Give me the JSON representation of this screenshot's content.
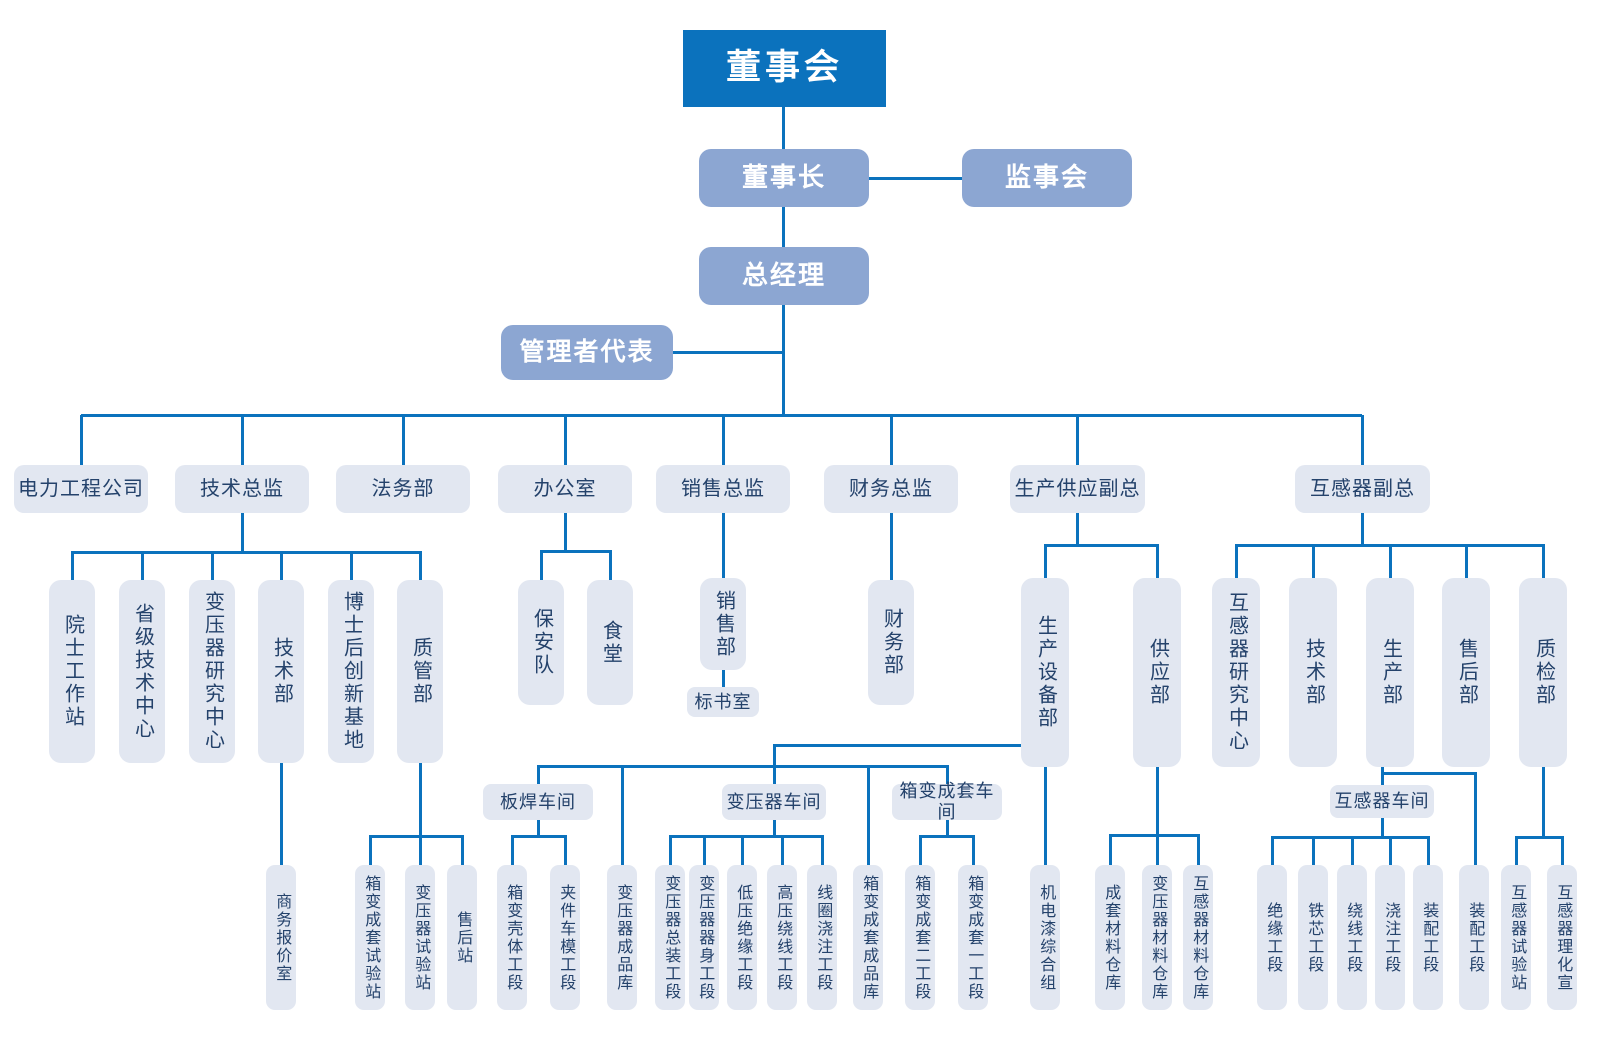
{
  "colors": {
    "primary_blue": "#0b72bd",
    "secondary_blue": "#8ca6d2",
    "node_bg": "#e2e7f1",
    "node_text": "#24426b",
    "line": "#0b72bd"
  },
  "nodes": {
    "board": "董事会",
    "chairman": "董事长",
    "supervisory": "监事会",
    "gm": "总经理",
    "mgmt_rep": "管理者代表",
    "dept_elec_eng": "电力工程公司",
    "dept_tech_director": "技术总监",
    "dept_legal": "法务部",
    "dept_office": "办公室",
    "dept_sales_director": "销售总监",
    "dept_finance_director": "财务总监",
    "dept_prod_supply_vp": "生产供应副总",
    "dept_it_vp": "互感器副总",
    "academician_station": "院士工作站",
    "provincial_tech_center": "省级技术中心",
    "transformer_research_center": "变压器研究中心",
    "tech_dept": "技术部",
    "postdoc_base": "博士后创新基地",
    "quality_mgmt_dept": "质管部",
    "security_team": "保安队",
    "canteen": "食堂",
    "sales_dept": "销售部",
    "tender_office": "标书室",
    "finance_dept": "财务部",
    "prod_equipment_dept": "生产设备部",
    "supply_dept": "供应部",
    "it_research_center": "互感器研究中心",
    "it_tech_dept": "技术部",
    "it_production_dept": "生产部",
    "it_aftersales_dept": "售后部",
    "it_quality_dept": "质检部",
    "workshop_plate_welding": "板焊车间",
    "workshop_transformer": "变压器车间",
    "workshop_box_assembly": "箱变成套车间",
    "workshop_it": "互感器车间",
    "business_quote_office": "商务报价室",
    "box_test_station": "箱变成套试验站",
    "transformer_test_station": "变压器试验站",
    "aftersales_station": "售后站",
    "box_shell_section": "箱变壳体工段",
    "clamp_mold_section": "夹件车模工段",
    "transformer_warehouse": "变压器成品库",
    "transformer_assembly_section": "变压器总装工段",
    "transformer_body_section": "变压器器身工段",
    "lv_insulation_section": "低压绝缘工段",
    "hv_winding_section": "高压绕线工段",
    "coil_casting_section": "线圈浇注工段",
    "box_warehouse": "箱变成套成品库",
    "box_section_2": "箱变成套二工段",
    "box_section_1": "箱变成套一工段",
    "electromech_paint_group": "机电漆综合组",
    "kit_material_warehouse": "成套材料仓库",
    "transformer_material_warehouse": "变压器材料仓库",
    "it_material_warehouse": "互感器材料仓库",
    "insulation_section": "绝缘工段",
    "core_section": "铁芯工段",
    "winding_section": "绕线工段",
    "casting_section": "浇注工段",
    "assembly_section_a": "装配工段",
    "assembly_section_b": "装配工段",
    "it_test_station": "互感器试验站",
    "it_physchem_office": "互感器理化宣"
  }
}
